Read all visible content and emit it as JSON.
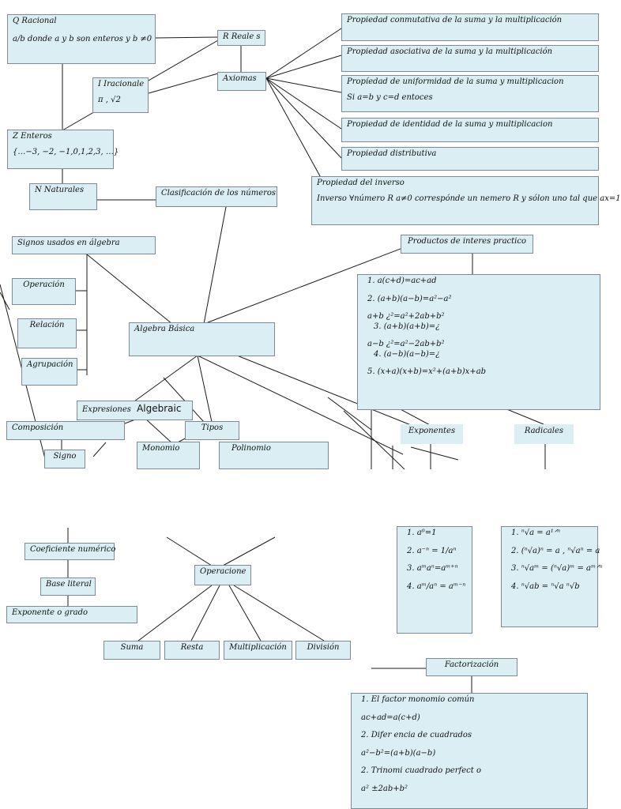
{
  "nodes": {
    "racional": [
      "Q Racional",
      "a/b donde a y b son enteros y b ≠0"
    ],
    "reales": "R Reale s",
    "irracionales": [
      "I Iracionale",
      "π , √2"
    ],
    "axiomas": "Axiomas",
    "enteros": [
      "Z Enteros",
      "{…−3, −2, −1,0,1,2,3, …}"
    ],
    "naturales": "N Naturales",
    "clasificacion": "Clasificación de los números",
    "prop_conmutativa": "Propiedad conmutativa de la suma y la multiplicación",
    "prop_asociativa": "Propiedad asociativa de la suma y la multiplicación",
    "prop_uniformidad": [
      "Propíedad de uniformidad de la suma y multiplicacion",
      "Si a=b y c=d entoces"
    ],
    "prop_identidad": "Propiedad de identidad de la suma y multiplicacion",
    "prop_distributiva": "Propiedad distributiva",
    "prop_inverso": [
      "Propiedad del inverso",
      "Inverso ∀número R a≠0 correspónde un nemero R y sólon uno tal que ax=1"
    ],
    "signos": "Signos usados en álgebra",
    "operacion": "Operación",
    "relacion": "Relación",
    "agrupacion": "Agrupación",
    "algebra_basica": "Algebra Básica",
    "productos": "Productos de interes practico",
    "productos_list": [
      "1. a(c+d)=ac+ad",
      "2. (a+b)(a−b)=a²−a²",
      "a+b ¿²=a²+2ab+b²",
      "3. (a+b)(a+b)=¿",
      "a−b ¿²=a²−2ab+b²",
      "4. (a−b)(a−b)=¿",
      "5. (x+a)(x+b)=x²+(a+b)x+ab"
    ],
    "expresiones": "Expresiones",
    "algebraic": "Algebraic",
    "composicion": "Composición",
    "tipos": "Tipos",
    "signo": "Signo",
    "monomio": "Monomio",
    "polinomio": "Polinomio",
    "exponentes": "Exponentes",
    "radicales": "Radicales",
    "coeficiente": "Coeficiente numérico",
    "base_literal": "Base literal",
    "exponente_grado": "Exponente o grado",
    "operaciones": "Operacione",
    "suma": "Suma",
    "resta": "Resta",
    "multiplicacion": "Multiplicación",
    "division": "División",
    "exponentes_list": [
      "1. a⁰=1",
      "2. a⁻ⁿ = 1/aⁿ",
      "3. aᵐaⁿ=aᵐ⁺ⁿ",
      "4. aᵐ/aⁿ = aᵐ⁻ⁿ"
    ],
    "radicales_list": [
      "1. ⁿ√a = a¹ᐟⁿ",
      "2. (ⁿ√a)ⁿ = a , ⁿ√aⁿ = a",
      "3. ⁿ√aᵐ = (ⁿ√a)ᵐ = aᵐᐟⁿ",
      "4. ⁿ√ab = ⁿ√a ⁿ√b"
    ],
    "factorizacion": "Factorización",
    "factorizacion_list": [
      "1. El factor monomio común",
      "ac+ad=a(c+d)",
      "2. Difer encia de cuadrados",
      "a²−b²=(a+b)(a−b)",
      "2. Trinomi cuadrado perfect o",
      "a² ±2ab+b²"
    ]
  },
  "colors": {
    "box_fill": "#daeef3",
    "box_border": "#7c8a99",
    "line": "#1a1a1a"
  }
}
